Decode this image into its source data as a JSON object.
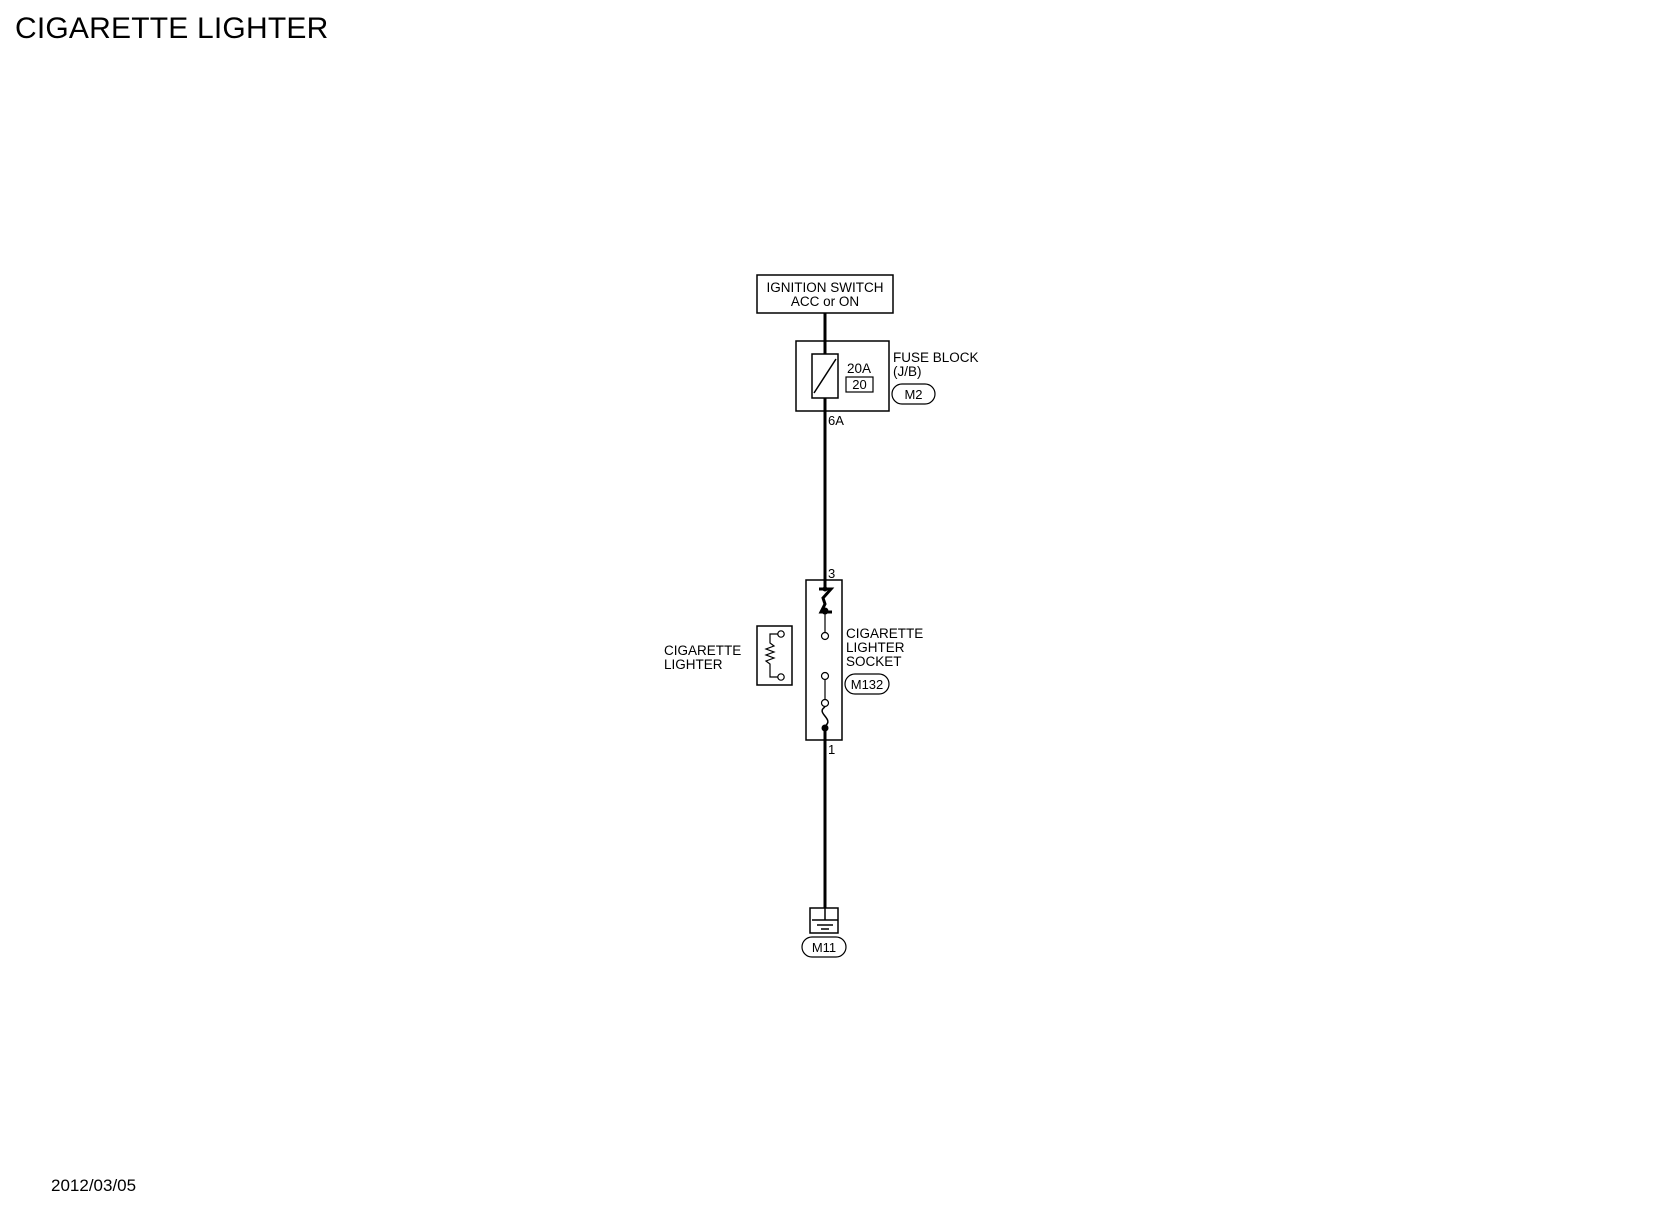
{
  "title": "CIGARETTE LIGHTER",
  "date": "2012/03/05",
  "ignition_switch": {
    "line1": "IGNITION SWITCH",
    "line2": "ACC or ON"
  },
  "fuse_block": {
    "label_line1": "FUSE BLOCK",
    "label_line2": "(J/B)",
    "rating": "20A",
    "fuse_number": "20",
    "connector": "M2",
    "terminal": "6A"
  },
  "socket": {
    "label_line1": "CIGARETTE",
    "label_line2": "LIGHTER",
    "label_line3": "SOCKET",
    "connector": "M132",
    "terminal_top": "3",
    "terminal_bottom": "1"
  },
  "lighter": {
    "label_line1": "CIGARETTE",
    "label_line2": "LIGHTER"
  },
  "ground": {
    "connector": "M11"
  }
}
